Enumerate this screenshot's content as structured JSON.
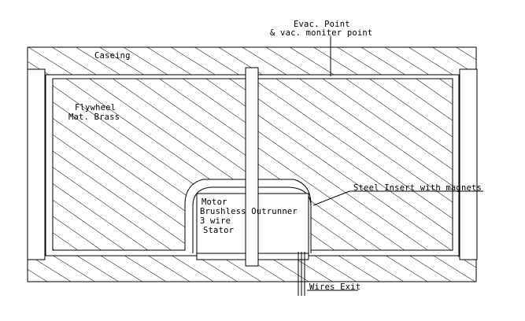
{
  "diagram": {
    "labels": {
      "evac_line1": "Evac. Point",
      "evac_line2": "& vac. moniter point",
      "caseing": "Caseing",
      "flywheel_line1": "Flywheel",
      "flywheel_line2": "Mat. Brass",
      "steel_insert": "Steel Insert with magnets",
      "motor_line1": "Motor",
      "motor_line2": "Brushless Outrunner",
      "motor_line3": "3 wire",
      "motor_line4": "Stator",
      "wires_exit": "Wires Exit"
    },
    "colors": {
      "line": "#000000",
      "background": "#ffffff"
    }
  }
}
